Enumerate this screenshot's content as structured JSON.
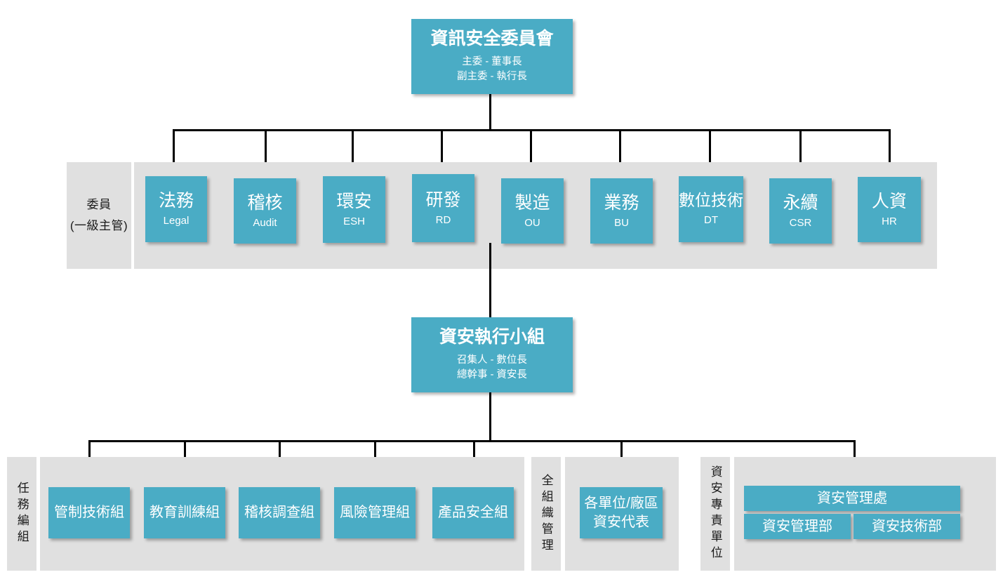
{
  "diagram": {
    "title_root": {
      "name": "資訊安全委員會",
      "line1": "主委 - 董事長",
      "line2": "副主委 - 執行長"
    },
    "committee_row": {
      "label_line1": "委員",
      "label_line2": "(一級主管)",
      "members": [
        {
          "zh": "法務",
          "en": "Legal"
        },
        {
          "zh": "稽核",
          "en": "Audit"
        },
        {
          "zh": "環安",
          "en": "ESH"
        },
        {
          "zh": "研發",
          "en": "RD"
        },
        {
          "zh": "製造",
          "en": "OU"
        },
        {
          "zh": "業務",
          "en": "BU"
        },
        {
          "zh": "數位技術",
          "en": "DT"
        },
        {
          "zh": "永續",
          "en": "CSR"
        },
        {
          "zh": "人資",
          "en": "HR"
        }
      ]
    },
    "exec_team": {
      "name": "資安執行小組",
      "line1": "召集人 - 數位長",
      "line2": "總幹事 - 資安長"
    },
    "task_groups": {
      "label": "任務編組",
      "items": [
        "管制技術組",
        "教育訓練組",
        "稽核調查組",
        "風險管理組",
        "產品安全組"
      ]
    },
    "org_wide": {
      "label": "全組織管理",
      "item_line1": "各單位/廠區",
      "item_line2": "資安代表"
    },
    "dedicated_unit": {
      "label": "資安專責單位",
      "head": "資安管理處",
      "sub_items": [
        "資安管理部",
        "資安技術部"
      ]
    },
    "colors": {
      "node_fill": "#4aacc5",
      "band_fill": "#e0e0e0",
      "line": "#000000",
      "node_text": "#ffffff",
      "label_text": "#1a1a1a",
      "background": "#ffffff"
    }
  }
}
